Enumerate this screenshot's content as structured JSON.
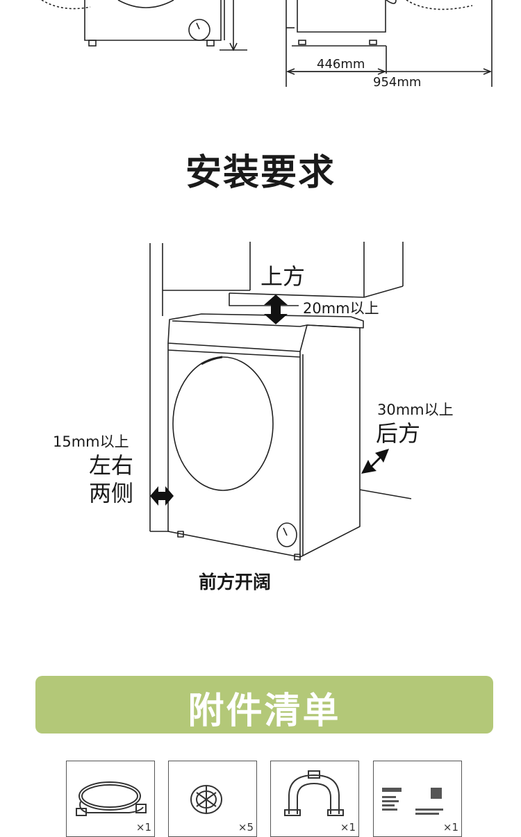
{
  "dimensions": {
    "depth_label": "446mm",
    "total_depth_label": "954mm"
  },
  "install": {
    "title": "安装要求",
    "top_label": "上方",
    "top_clearance": "20mm以上",
    "side_clearance": "15mm以上",
    "side_label_line1": "左右",
    "side_label_line2": "两侧",
    "rear_clearance": "30mm以上",
    "rear_label": "后方",
    "front_label": "前方开阔"
  },
  "accessories": {
    "title": "附件清单",
    "items": [
      {
        "name": "inlet-hose",
        "qty": "×1"
      },
      {
        "name": "hole-caps",
        "qty": "×5"
      },
      {
        "name": "drain-hose-bracket",
        "qty": "×1"
      },
      {
        "name": "manual",
        "qty": "×1"
      }
    ]
  },
  "colors": {
    "banner": "#b3c878",
    "line": "#1a1a1a"
  }
}
